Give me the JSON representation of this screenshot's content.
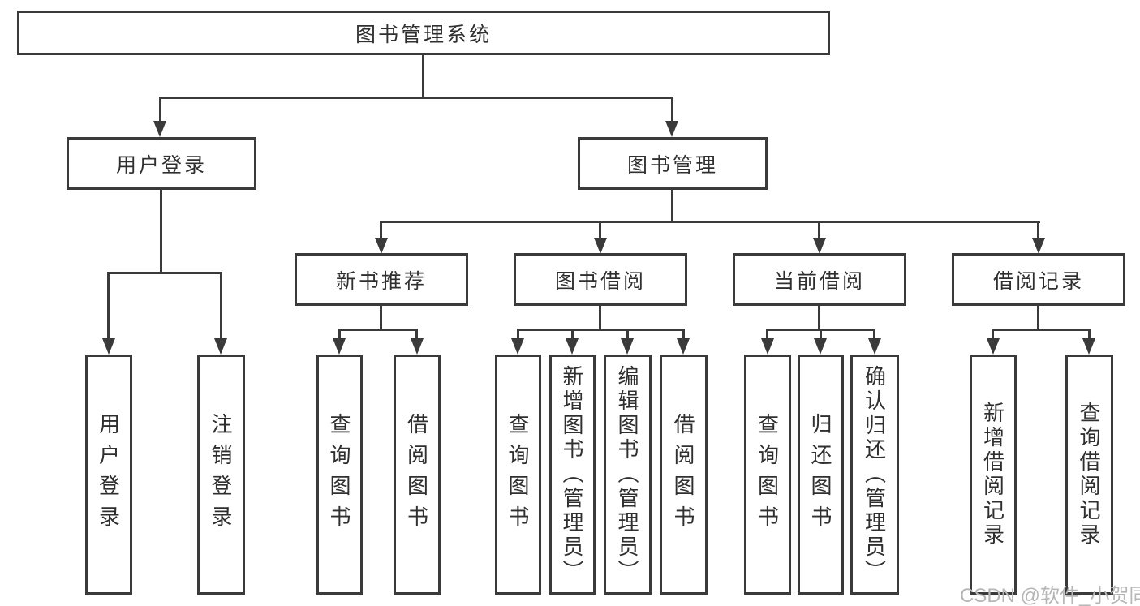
{
  "nodes": {
    "root": {
      "label": "图书管理系统"
    },
    "level2": [
      {
        "label": "用户登录"
      },
      {
        "label": "图书管理"
      }
    ],
    "level3": [
      {
        "label": "新书推荐",
        "parent": "图书管理"
      },
      {
        "label": "图书借阅",
        "parent": "图书管理"
      },
      {
        "label": "当前借阅",
        "parent": "图书管理"
      },
      {
        "label": "借阅记录",
        "parent": "图书管理"
      }
    ],
    "leaves": [
      {
        "label": "用户登录",
        "parent": "用户登录"
      },
      {
        "label": "注销登录",
        "parent": "用户登录"
      },
      {
        "label": "查询图书",
        "parent": "新书推荐"
      },
      {
        "label": "借阅图书",
        "parent": "新书推荐"
      },
      {
        "label": "查询图书",
        "parent": "图书借阅"
      },
      {
        "label": "新增图书（管理员）",
        "parent": "图书借阅"
      },
      {
        "label": "编辑图书（管理员）",
        "parent": "图书借阅"
      },
      {
        "label": "借阅图书",
        "parent": "图书借阅"
      },
      {
        "label": "查询图书",
        "parent": "当前借阅"
      },
      {
        "label": "归还图书",
        "parent": "当前借阅"
      },
      {
        "label": "确认归还（管理员）",
        "parent": "当前借阅"
      },
      {
        "label": "新增借阅记录",
        "parent": "借阅记录"
      },
      {
        "label": "查询借阅记录",
        "parent": "借阅记录"
      }
    ]
  },
  "watermark": "CSDN @软件_小贺同学",
  "colors": {
    "line": "#3a3a3a",
    "text": "#2f2f2f",
    "watermark": "#b6b6b6",
    "background": "#ffffff"
  }
}
